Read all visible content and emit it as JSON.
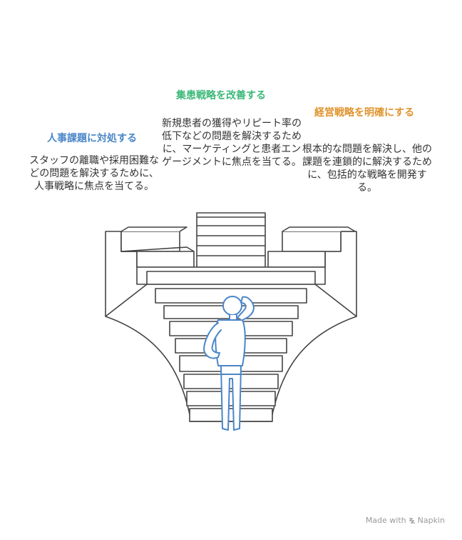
{
  "colors": {
    "left": "#4a86c8",
    "center": "#3cb878",
    "right": "#e09430",
    "outline": "#444444",
    "person": "#4a86c8"
  },
  "left": {
    "title": "人事課題に対処する",
    "description": "スタッフの離職や採用困難などの問題を解決するために、人事戦略に焦点を当てる。"
  },
  "center": {
    "title": "集患戦略を改善する",
    "description": "新規患者の獲得やリピート率の低下などの問題を解決するために、マーケティングと患者エンゲージメントに焦点を当てる。"
  },
  "right": {
    "title": "経営戦略を明確にする",
    "description": "根本的な問題を解決し、他の課題を連鎖的に解決するために、包括的な戦略を開発する。"
  },
  "watermark": {
    "made_with": "Made with",
    "brand": "Napkin",
    "icon": "napkin-logo-icon"
  }
}
